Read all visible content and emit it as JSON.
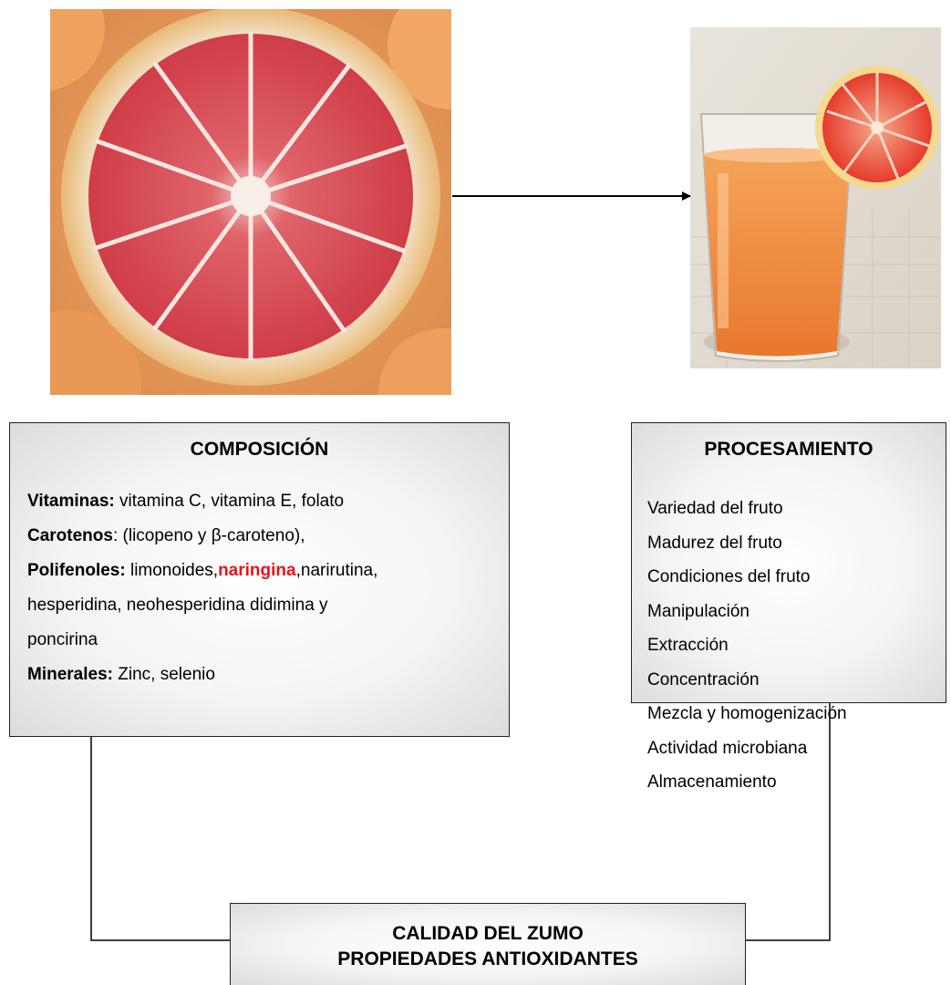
{
  "composicion": {
    "title": "COMPOSICIÓN",
    "vitaminas_label": "Vitaminas:",
    "vitaminas_text": " vitamina C, vitamina E, folato",
    "carotenos_label": "Carotenos",
    "carotenos_text": ": (licopeno y β-caroteno),",
    "polifenoles_label": "Polifenoles:",
    "polifenoles_text1": " limonoides,",
    "polifenoles_highlight": "naringina",
    "polifenoles_text2": ",narirutina,",
    "line4": "hesperidina, neohesperidina didimina y",
    "line5": "poncirina",
    "minerales_label": "Minerales:",
    "minerales_text": " Zinc, selenio"
  },
  "procesamiento": {
    "title": "PROCESAMIENTO",
    "items": [
      "Variedad del fruto",
      "Madurez del fruto",
      "Condiciones del fruto",
      "Manipulación",
      "Extracción",
      "Concentración",
      "Mezcla y homogenización",
      "Actividad microbiana",
      "Almacenamiento"
    ]
  },
  "resultado": {
    "line1": "CALIDAD DEL ZUMO",
    "line2": "PROPIEDADES ANTIOXIDANTES"
  },
  "colors": {
    "highlight": "#e8131b",
    "grapefruit_flesh": "#d94a52",
    "pith": "#f3ead8",
    "juice": "#f08a3c"
  }
}
